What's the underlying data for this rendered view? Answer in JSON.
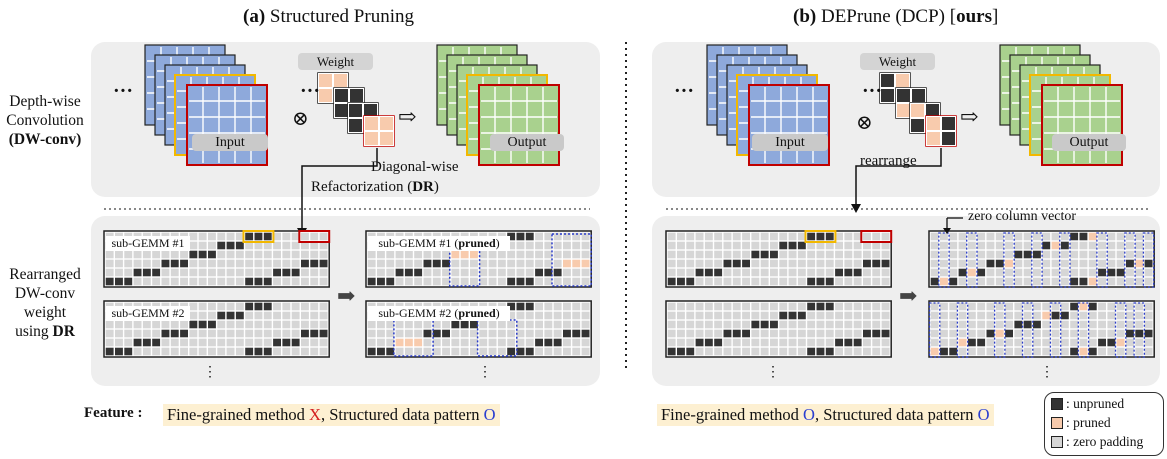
{
  "left": {
    "title_prefix": "(a)",
    "title_main": "Structured Pruning",
    "weight_label": "Weight",
    "input_label": "Input",
    "output_label": "Output",
    "refactor_label_1": "Diagonal-wise",
    "refactor_label_2": "Refactorization (",
    "refactor_label_bold": "DR",
    "refactor_label_end": ")",
    "sub1": "sub-GEMM #1",
    "sub2": "sub-GEMM #2",
    "sub1_pruned_prefix": "sub-GEMM #1 (",
    "sub2_pruned_prefix": "sub-GEMM #2 (",
    "pruned_word": "pruned",
    "pruned_suffix": ")"
  },
  "right": {
    "title_prefix": "(b)",
    "title_main": "DEPrune (DCP) [",
    "title_bold": "ours",
    "title_end": "]",
    "weight_label": "Weight",
    "input_label": "Input",
    "output_label": "Output",
    "rearrange_label": "rearrange",
    "zero_column_label": "zero column vector"
  },
  "row_labels": {
    "dw_line1": "Depth-wise",
    "dw_line2": "Convolution",
    "dw_line3": "(DW-conv)",
    "re_line1": "Rearranged",
    "re_line2": "DW-conv",
    "re_line3": "weight",
    "re_line4_prefix": "using ",
    "re_line4_bold": "DR"
  },
  "features": {
    "label": "Feature :",
    "left_a": "Fine-grained method ",
    "left_x": "X",
    "left_b": ", Structured data pattern ",
    "left_o": "O",
    "right_a": "Fine-grained method ",
    "right_o1": "O",
    "right_b": ", Structured data pattern ",
    "right_o2": "O"
  },
  "legend": {
    "unpruned": ": unpruned",
    "pruned": ": pruned",
    "zero_padding": ": zero padding"
  },
  "symbols": {
    "dots_h": "···",
    "dots_v": "⋮",
    "times": "⊗",
    "arrow": "⇨",
    "big_arrow": "➡"
  },
  "colors": {
    "input_blue": "#8ea9db",
    "output_green": "#a9d18e",
    "frame_red": "#c00000",
    "frame_yellow": "#f2b800",
    "pruned_peach": "#f8cbad",
    "unpruned_dark": "#333333",
    "zero_gray": "#d6d6d6",
    "dotted_blue": "#2a3cc8"
  }
}
